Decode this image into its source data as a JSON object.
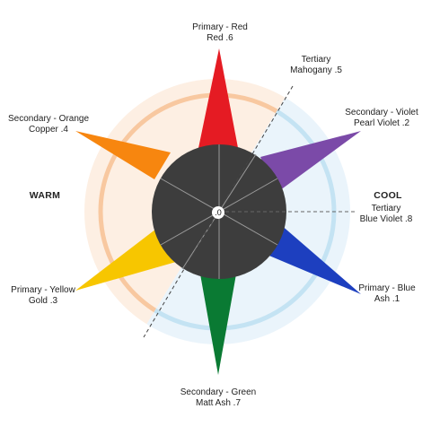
{
  "labels": {
    "primary_red": {
      "line1": "Primary - Red",
      "line2": "Red .6"
    },
    "tertiary_mahogany": {
      "line1": "Tertiary",
      "line2": "Mahogany .5"
    },
    "secondary_violet": {
      "line1": "Secondary - Violet",
      "line2": "Pearl Violet .2"
    },
    "cool": "COOL",
    "tertiary_blue_violet": {
      "line1": "Tertiary",
      "line2": "Blue Violet .8"
    },
    "primary_blue": {
      "line1": "Primary - Blue",
      "line2": "Ash .1"
    },
    "secondary_green": {
      "line1": "Secondary - Green",
      "line2": "Matt Ash .7"
    },
    "primary_yellow": {
      "line1": "Primary - Yellow",
      "line2": "Gold .3"
    },
    "warm": "WARM",
    "secondary_orange": {
      "line1": "Secondary - Orange",
      "line2": "Copper .4"
    },
    "center": ".0"
  },
  "colors": {
    "red": "#e51b23",
    "violet": "#7b4aa8",
    "blue": "#1d3fbf",
    "green": "#0a7a33",
    "yellow": "#f7c600",
    "orange": "#f7860f",
    "hub": "#3d3d3d",
    "warm_fill": "#fdefe3",
    "warm_ring": "#f8c8a0",
    "cool_fill": "#eaf4fb",
    "cool_ring": "#c4e3f3"
  }
}
